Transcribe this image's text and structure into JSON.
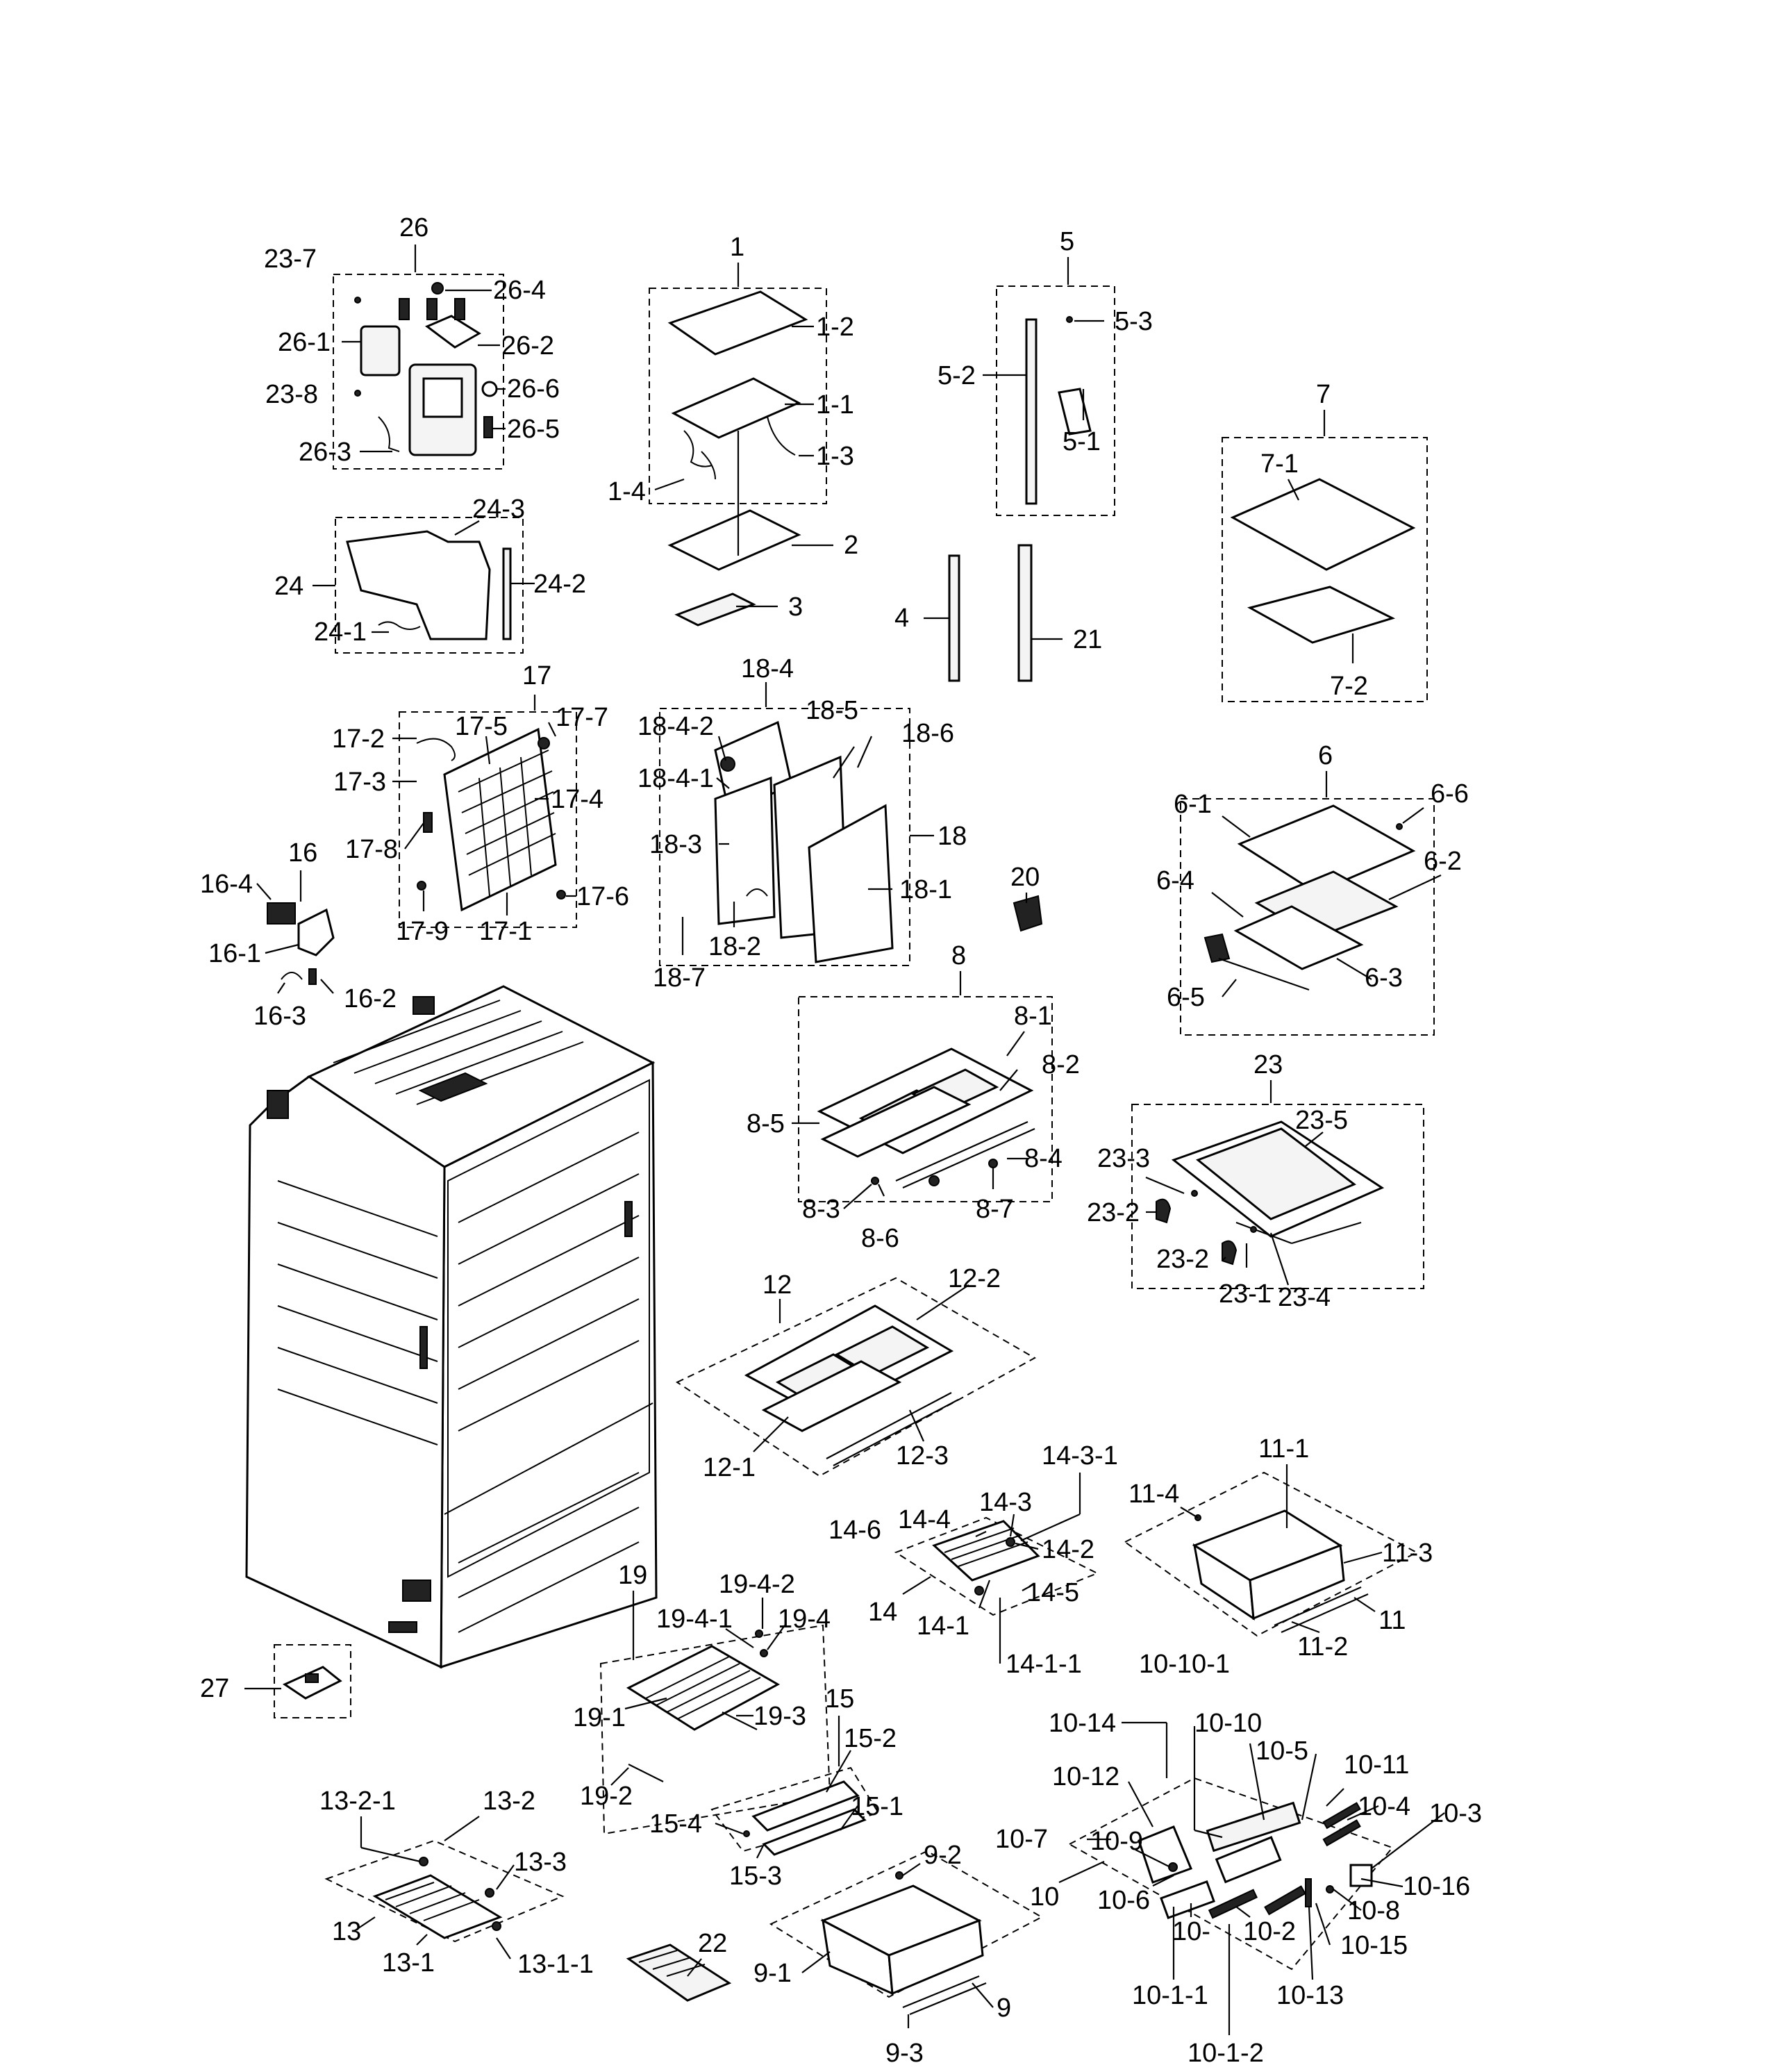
{
  "groups": [
    "26",
    "1",
    "5",
    "7",
    "24",
    "17",
    "18",
    "16",
    "20",
    "8",
    "6",
    "23",
    "12",
    "14",
    "11",
    "19",
    "27",
    "15",
    "10",
    "13",
    "22",
    "9"
  ],
  "labels": [
    "26",
    "23-7",
    "26-4",
    "26-1",
    "26-2",
    "23-8",
    "26-6",
    "26-5",
    "26-3",
    "1",
    "1-2",
    "1-1",
    "1-3",
    "1-4",
    "2",
    "3",
    "5",
    "5-3",
    "5-2",
    "5-1",
    "4",
    "21",
    "7",
    "7-1",
    "7-2",
    "24",
    "24-3",
    "24-2",
    "24-1",
    "17",
    "17-2",
    "17-5",
    "17-7",
    "17-3",
    "17-4",
    "17-8",
    "17-6",
    "17-9",
    "17-1",
    "18-4",
    "18-4-2",
    "18-5",
    "18-6",
    "18-4-1",
    "18-3",
    "18",
    "18-1",
    "18-2",
    "18-7",
    "16",
    "16-4",
    "16-1",
    "16-2",
    "16-3",
    "20",
    "8",
    "8-1",
    "8-2",
    "8-5",
    "8-4",
    "8-3",
    "8-7",
    "8-6",
    "6",
    "6-6",
    "6-1",
    "6-2",
    "6-4",
    "6-3",
    "6-5",
    "23",
    "23-5",
    "23-3",
    "23-2",
    "23-2",
    "23-1",
    "23-4",
    "12",
    "12-2",
    "12-1",
    "12-3",
    "14-3-1",
    "14-6",
    "14-4",
    "14-3",
    "14-2",
    "14",
    "14-5",
    "14-1",
    "14-1-1",
    "11-1",
    "11-4",
    "11-3",
    "11",
    "11-2",
    "19",
    "19-4-2",
    "19-4-1",
    "19-4",
    "19-1",
    "19-3",
    "19-2",
    "27",
    "15",
    "15-2",
    "15-1",
    "15-4",
    "15-3",
    "10-10-1",
    "10-14",
    "10-10",
    "10-5",
    "10-11",
    "10-12",
    "10-4",
    "10-3",
    "10-7",
    "10-9",
    "10-16",
    "10",
    "10-6",
    "10-8",
    "10-",
    "10-2",
    "10-15",
    "10-1-1",
    "10-13",
    "10-1-2",
    "13-2-1",
    "13-2",
    "13-3",
    "13",
    "13-1",
    "13-1-1",
    "22",
    "9-2",
    "9-1",
    "9",
    "9-3"
  ]
}
